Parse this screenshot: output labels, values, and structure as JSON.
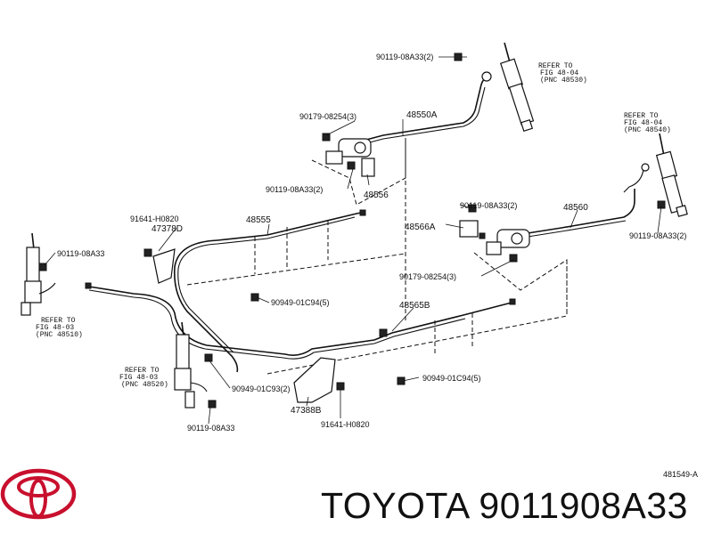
{
  "labels": {
    "l_90119_top": "90119-08A33(2)",
    "l_90179_top": "90179-08254(3)",
    "l_48550A": "48550A",
    "l_90119_mid": "90119-08A33(2)",
    "l_48556": "48556",
    "l_91641_top": "91641-H0820",
    "l_47378D": "47378D",
    "l_48555": "48555",
    "l_90119_left": "90119-08A33",
    "l_90119_right1": "90119-08A33(2)",
    "l_48566A": "48566A",
    "l_48560": "48560",
    "l_90119_right2": "90119-08A33(2)",
    "l_90179_bot": "90179-08254(3)",
    "l_90949_c94a": "90949-01C94(5)",
    "l_48565B": "48565B",
    "l_90949_c93": "90949-01C93(2)",
    "l_90949_c94b": "90949-01C94(5)",
    "l_47388B": "47388B",
    "l_91641_bot": "91641-H0820",
    "l_90119_bot": "90119-08A33",
    "l_diagram_no": "481549-A"
  },
  "refs": {
    "r1_a": "REFER TO",
    "r1_b": "FIG 48-04",
    "r1_c": "(PNC 48530)",
    "r2_a": "REFER TO",
    "r2_b": "FIG 48-04",
    "r2_c": "(PNC 48540)",
    "r3_a": "REFER TO",
    "r3_b": "FIG 48-03",
    "r3_c": "(PNC 48510)",
    "r4_a": "REFER TO",
    "r4_b": "FIG 48-03",
    "r4_c": "(PNC 48520)"
  },
  "brand": {
    "caption": "TOYOTA 9011908A33"
  },
  "colors": {
    "logo": "#c8102e",
    "ink": "#111111"
  }
}
